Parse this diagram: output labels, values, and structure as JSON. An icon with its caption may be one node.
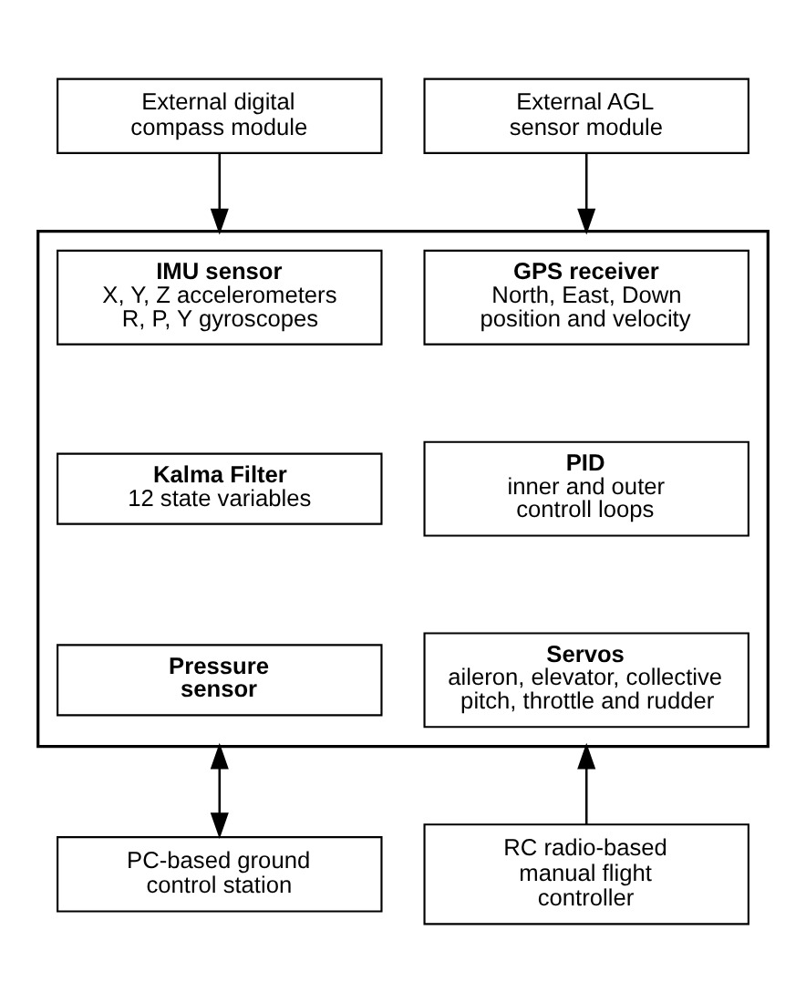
{
  "diagram": {
    "nodes": [
      {
        "text": [
          "External digital compass module"
        ]
      },
      {
        "text": [
          "External AGL sensor module"
        ]
      },
      {
        "text": [],
        "shape": "box"
      },
      {
        "text": [
          "IMU sensor",
          "X, Y, Z accelerometers R, P, Y gyroscopes"
        ],
        "in": 2
      },
      {
        "text": [
          "GPS receiver",
          "North, East, Down position and velocity"
        ],
        "in": 2
      },
      {
        "text": [
          "Kalma Filter",
          "12 state variables"
        ],
        "in": 2
      },
      {
        "text": [
          "PID",
          "inner and outer controll loops"
        ],
        "in": 2
      },
      {
        "text": [
          "Pressure sensor"
        ],
        "in": 2
      },
      {
        "text": [
          "Servos",
          "aileron, elevator, collective pitch, throttle and rudder"
        ],
        "in": 2
      },
      {
        "text": [
          "PC-based ground control station"
        ]
      },
      {
        "text": [
          "RC radio-based manual flight controller"
        ]
      }
    ],
    "edges": [
      {
        "from": 0,
        "to": 2,
        "arrow": "to"
      },
      {
        "from": 1,
        "to": 2,
        "arrow": "to"
      },
      {
        "from": 2,
        "to": 9,
        "arrow": "both"
      },
      {
        "from": 10,
        "to": 2,
        "arrow": "to"
      }
    ]
  }
}
